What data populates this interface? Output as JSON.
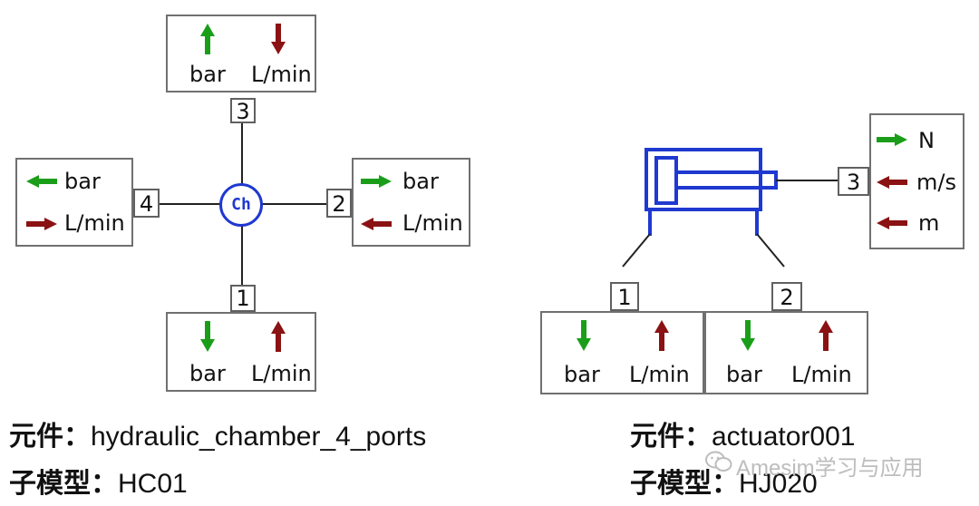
{
  "chamber": {
    "symbol": "Ch",
    "ports": {
      "p1": "1",
      "p2": "2",
      "p3": "3",
      "p4": "4"
    },
    "top_box": {
      "lbl_a": "bar",
      "lbl_b": "L/min"
    },
    "bottom_box": {
      "lbl_a": "bar",
      "lbl_b": "L/min"
    },
    "left_box": {
      "lbl_a": "bar",
      "lbl_b": "L/min"
    },
    "right_box": {
      "lbl_a": "bar",
      "lbl_b": "L/min"
    },
    "caption_component_label": "元件：",
    "caption_component_value": "hydraulic_chamber_4_ports",
    "caption_submodel_label": "子模型：",
    "caption_submodel_value": "HC01"
  },
  "actuator": {
    "ports": {
      "p1": "1",
      "p2": "2",
      "p3": "3"
    },
    "right_box": {
      "lbl_a": "N",
      "lbl_b": "m/s",
      "lbl_c": "m"
    },
    "box1": {
      "lbl_a": "bar",
      "lbl_b": "L/min"
    },
    "box2": {
      "lbl_a": "bar",
      "lbl_b": "L/min"
    },
    "caption_component_label": "元件：",
    "caption_component_value": "actuator001",
    "caption_submodel_label": "子模型：",
    "caption_submodel_value": "HJ020"
  },
  "watermark": "Amesim学习与应用",
  "colors": {
    "in_arrow": "#1a9e1a",
    "out_arrow": "#8a1212",
    "component": "#1f39d0"
  }
}
